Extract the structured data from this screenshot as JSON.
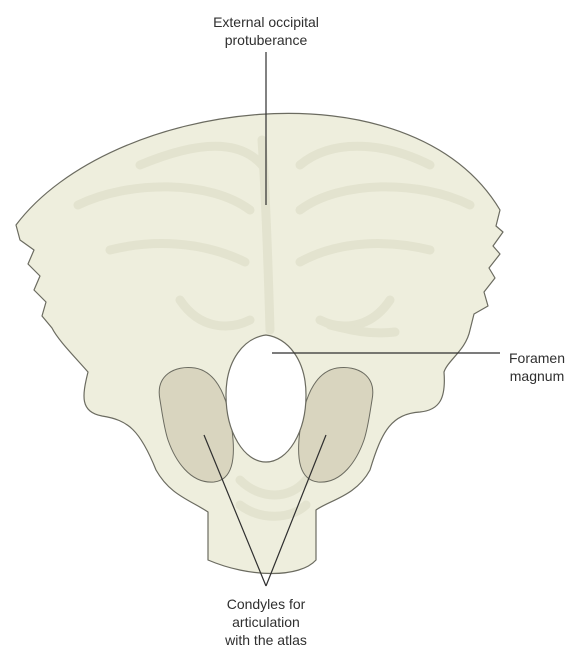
{
  "figure": {
    "subject": "occipital bone, external view",
    "colors": {
      "bone_fill": "#eeeedd",
      "bone_shadow": "#e3e3cf",
      "bone_outline": "#6b6b60",
      "condyle_fill": "#d9d5bf",
      "foramen_fill": "#ffffff",
      "leader_line": "#2f2f2f"
    }
  },
  "labels": {
    "external_occipital_protuberance": [
      "External occipital",
      "protuberance"
    ],
    "foramen_magnum": [
      "Foramen",
      "magnum"
    ],
    "condyles": [
      "Condyles for",
      "articulation",
      "with the atlas"
    ]
  }
}
